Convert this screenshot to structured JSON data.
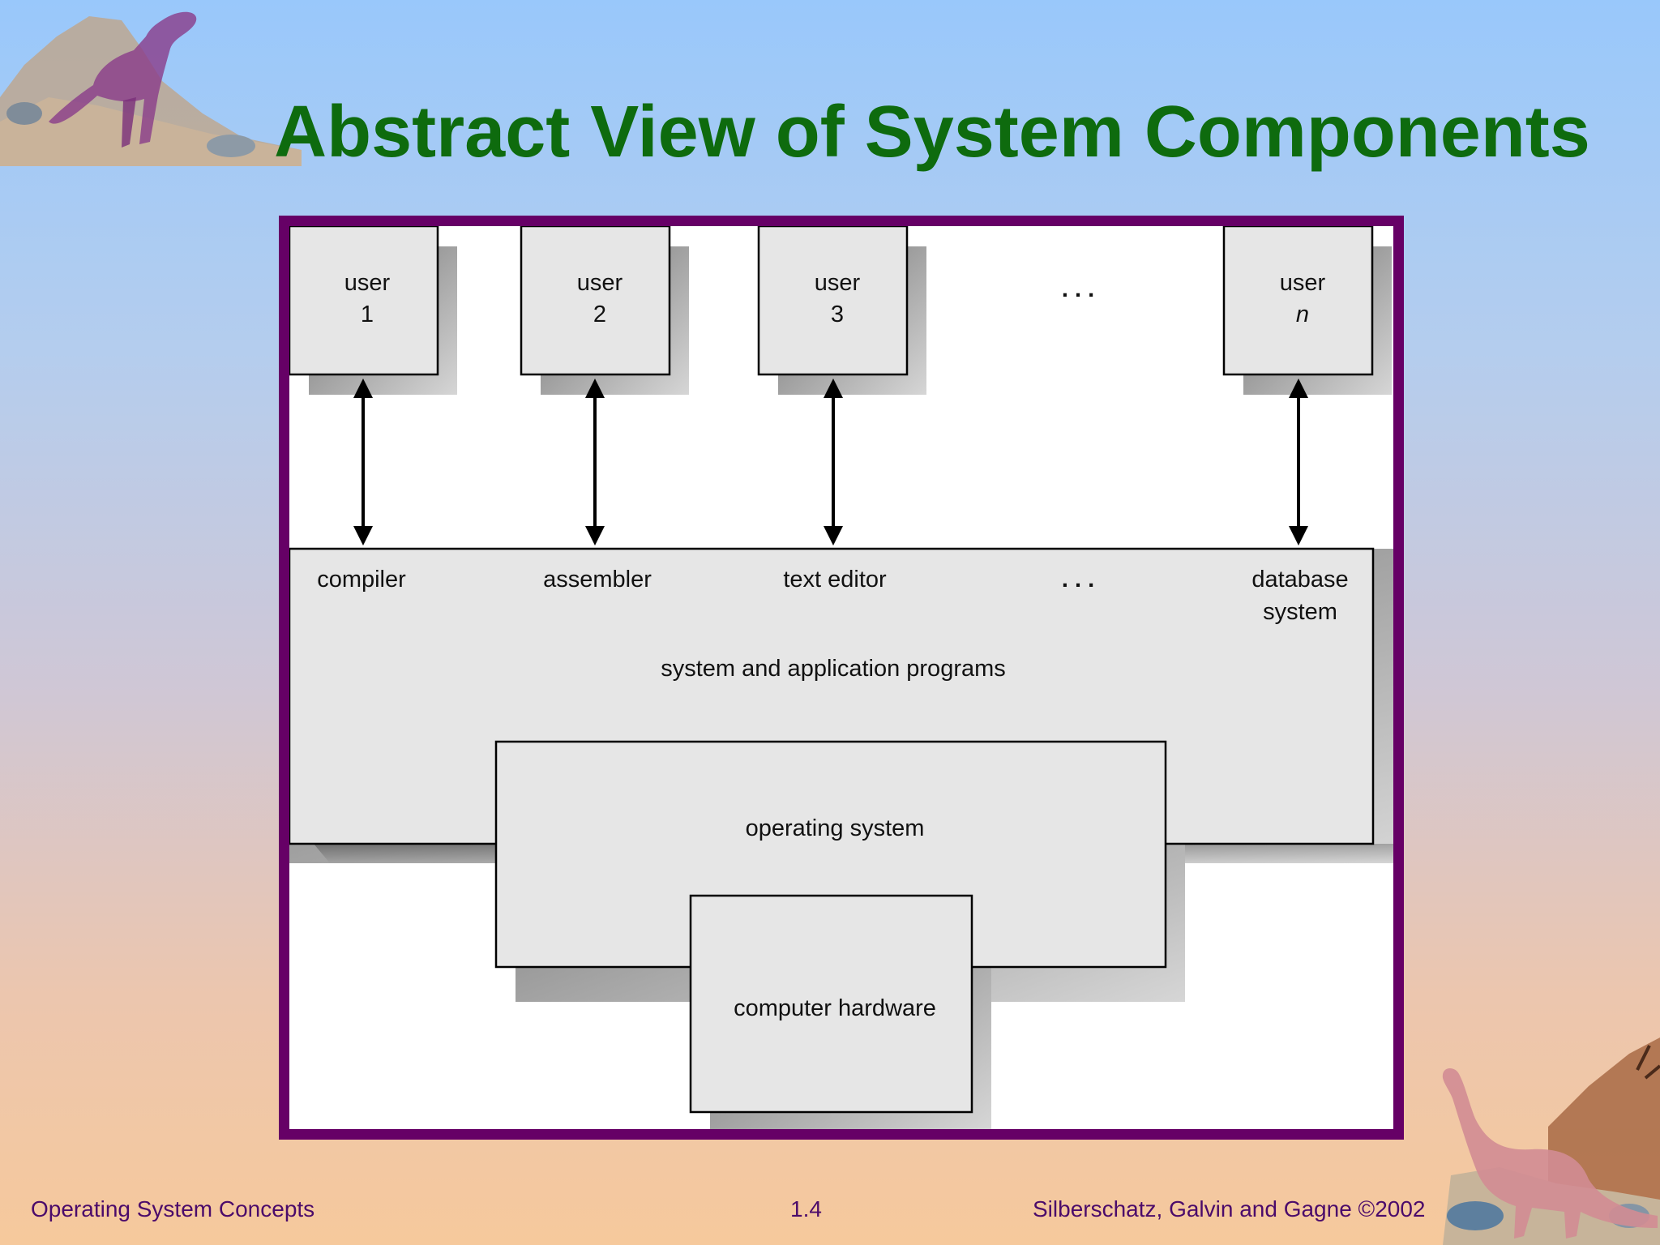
{
  "slide": {
    "title": "Abstract View of System Components"
  },
  "diagram": {
    "users": [
      {
        "line1": "user",
        "line2": "1"
      },
      {
        "line1": "user",
        "line2": "2"
      },
      {
        "line1": "user",
        "line2": "3"
      },
      {
        "line1": "user",
        "line2": "n"
      }
    ],
    "users_ellipsis": ". . .",
    "programs": [
      "compiler",
      "assembler",
      "text editor"
    ],
    "programs_ellipsis": ". . .",
    "database_line1": "database",
    "database_line2": "system",
    "programs_layer_label": "system and application programs",
    "os_label": "operating system",
    "hardware_label": "computer hardware"
  },
  "footer": {
    "left": "Operating System Concepts",
    "center": "1.4",
    "right": "Silberschatz, Galvin and  Gagne ©2002"
  },
  "colors": {
    "title": "#0e6b0e",
    "frame": "#660066",
    "box_fill": "#e6e6e6",
    "footer_text": "#4b0b6a"
  }
}
